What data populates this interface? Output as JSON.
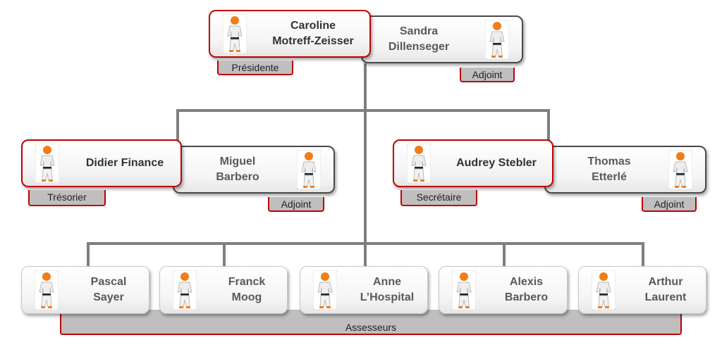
{
  "board": {
    "president": {
      "name": "Caroline\nMotreff-Zeisser",
      "role": "Présidente"
    },
    "president_deputy": {
      "name": "Sandra\nDillenseger",
      "role": "Adjoint"
    },
    "treasurer": {
      "name": "Didier Finance",
      "role": "Trésorier"
    },
    "treasurer_deputy": {
      "name": "Miguel\nBarbero",
      "role": "Adjoint"
    },
    "secretary": {
      "name": "Audrey Stebler",
      "role": "Secrétaire"
    },
    "secretary_deputy": {
      "name": "Thomas\nEtterlé",
      "role": "Adjoint"
    }
  },
  "assessors": {
    "label": "Assesseurs",
    "members": [
      "Pascal\nSayer",
      "Franck\nMoog",
      "Anne\nL’Hospital",
      "Alexis\nBarbero",
      "Arthur\nLaurent"
    ]
  },
  "colors": {
    "accent": "#c00000",
    "connector": "#7f7f7f",
    "head": "#f07d1a"
  }
}
